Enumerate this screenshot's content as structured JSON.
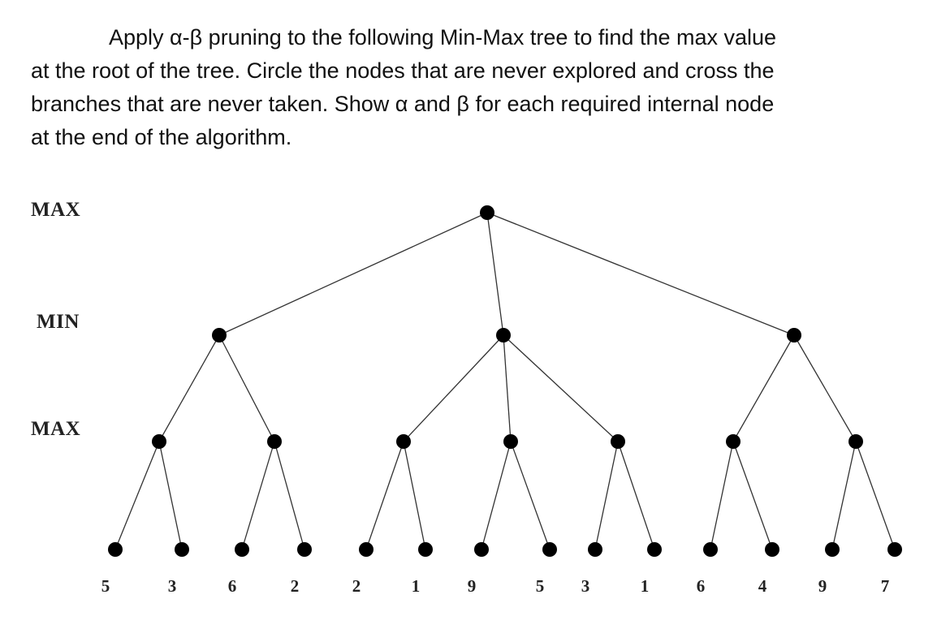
{
  "question": {
    "line1": "Apply α-β pruning to the following Min-Max tree to find the max value",
    "line2": "at the root of the tree. Circle the nodes that are never explored and cross the",
    "line3": "branches that are never taken. Show α and β for each required internal node",
    "line4": "at the end of the algorithm."
  },
  "levels": {
    "root": "MAX",
    "middle": "MIN",
    "lower": "MAX"
  },
  "tree": {
    "root_type": "MAX",
    "children": [
      {
        "type": "MIN",
        "children": [
          {
            "type": "MAX",
            "leaves": [
              "5",
              "3"
            ]
          },
          {
            "type": "MAX",
            "leaves": [
              "6",
              "2"
            ]
          }
        ]
      },
      {
        "type": "MIN",
        "children": [
          {
            "type": "MAX",
            "leaves": [
              "2",
              "1"
            ]
          },
          {
            "type": "MAX",
            "leaves": [
              "9",
              "5"
            ]
          },
          {
            "type": "MAX",
            "leaves": [
              "3",
              "1"
            ]
          }
        ]
      },
      {
        "type": "MIN",
        "children": [
          {
            "type": "MAX",
            "leaves": [
              "6",
              "4"
            ]
          },
          {
            "type": "MAX",
            "leaves": [
              "9",
              "7"
            ]
          }
        ]
      }
    ]
  },
  "leaf_values": [
    "5",
    "3",
    "6",
    "2",
    "2",
    "1",
    "9",
    "5",
    "3",
    "1",
    "6",
    "4",
    "9",
    "7"
  ],
  "colors": {
    "node": "#000000",
    "edge": "#333333",
    "text": "#111111"
  }
}
